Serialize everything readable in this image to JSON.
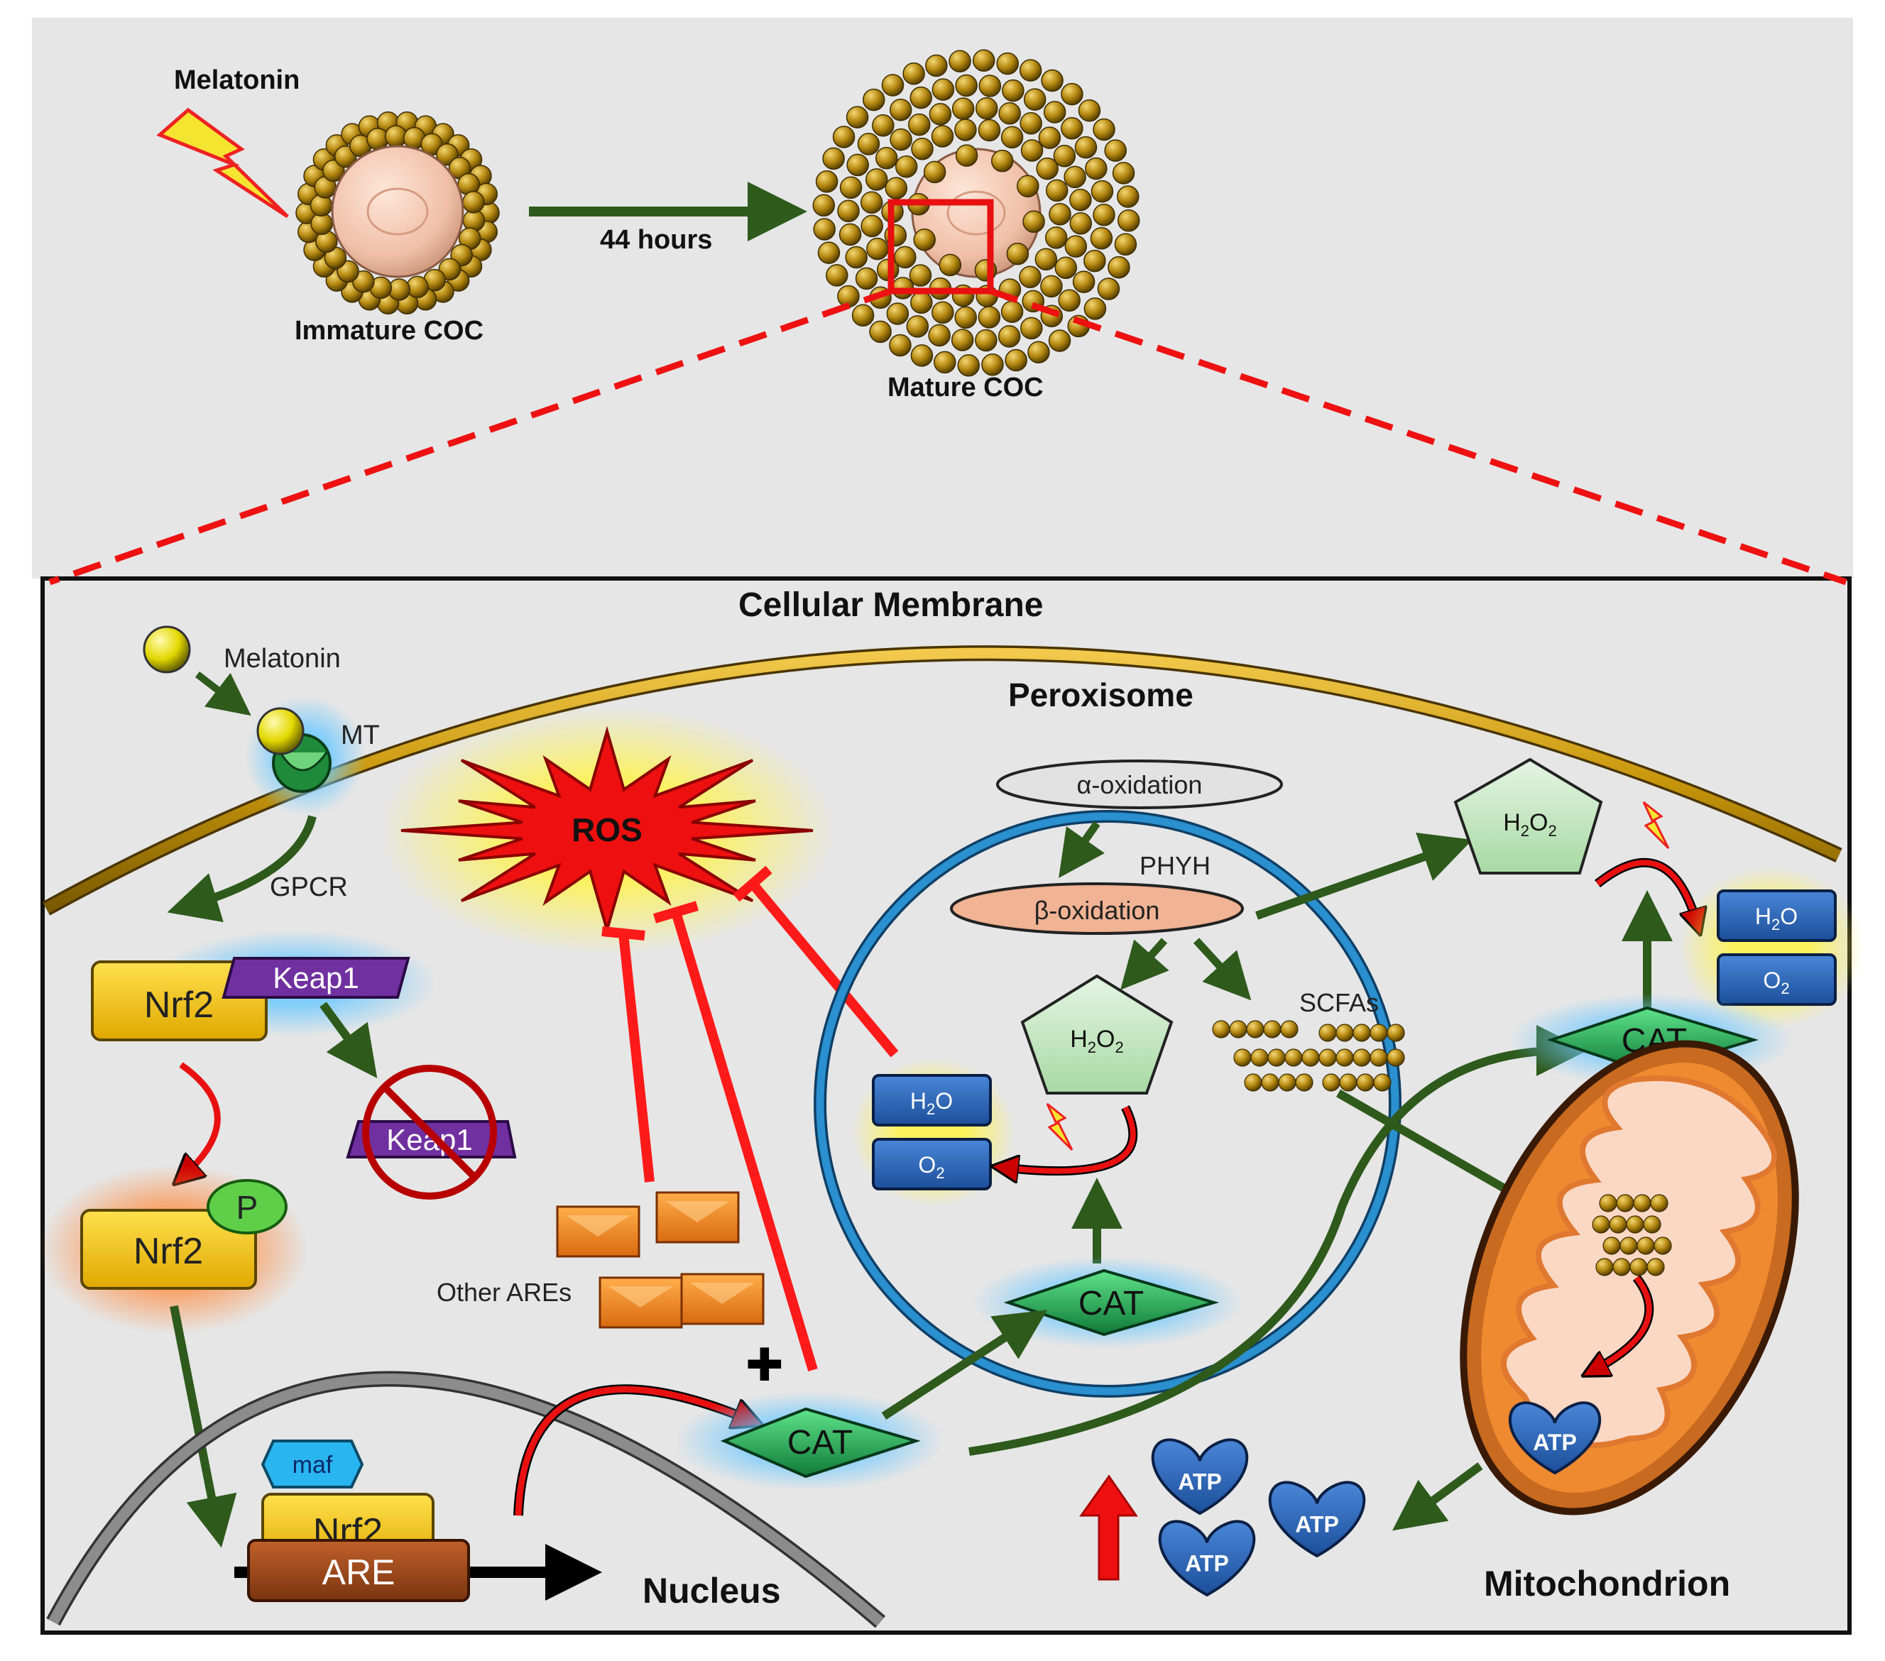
{
  "top": {
    "melatonin_label": "Melatonin",
    "immature_label": "Immature COC",
    "arrow_label": "44 hours",
    "mature_label": "Mature COC"
  },
  "cell": {
    "membrane_label": "Cellular Membrane",
    "melatonin_label": "Melatonin",
    "mt_label": "MT",
    "gpcr_label": "GPCR",
    "nrf2_label": "Nrf2",
    "keap1_label": "Keap1",
    "phospho_label": "P",
    "maf_label": "maf",
    "are_label": "ARE",
    "nucleus_label": "Nucleus",
    "ros_label": "ROS",
    "other_ares_label": "Other AREs",
    "plus_symbol": "✚",
    "peroxisome_label": "Peroxisome",
    "alpha_ox_label": "α-oxidation",
    "phyh_label": "PHYH",
    "beta_ox_label": "β-oxidation",
    "h2o2_main": "H",
    "h2o2_sub1": "2",
    "h2o2_mid": "O",
    "h2o2_sub2": "2",
    "h2o_main": "H",
    "h2o_sub": "2",
    "h2o_end": "O",
    "o2_main": "O",
    "o2_sub": "2",
    "scfas_label": "SCFAs",
    "cat_label": "CAT",
    "atp_label": "ATP",
    "mito_label": "Mitochondrion"
  },
  "colors": {
    "background": "#e6e6e6",
    "green_arrow": "#2e5a1c",
    "red_inhibit": "#ff1a1a",
    "dashed_red": "#ee1111",
    "membrane": "#c8960c",
    "nrf2_fill": "#f5c400",
    "keap1_fill": "#7030a0",
    "cat_fill": "#1fa84f",
    "atp_fill": "#1f5fa8",
    "peroxisome_ring": "#1f7fb8"
  }
}
